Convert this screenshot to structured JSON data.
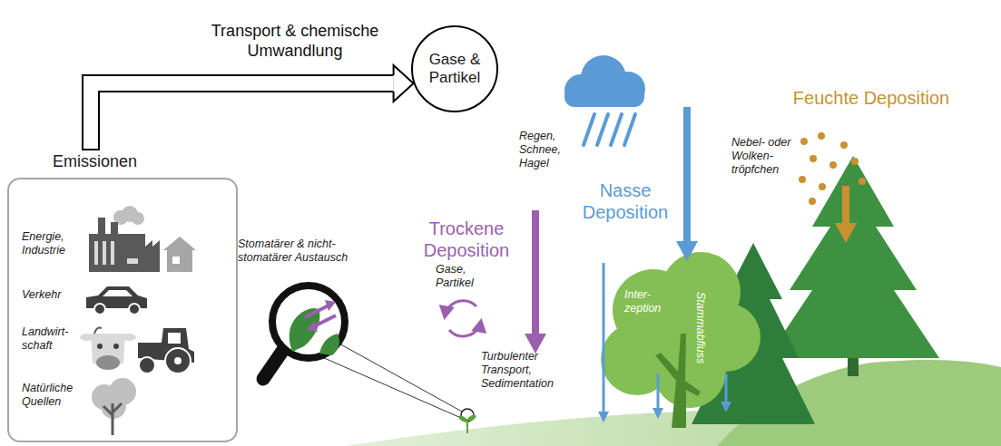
{
  "diagram": {
    "nodes": [
      {
        "text": [
          "Emissionen",
          "Energie, Industrie",
          "Verkehr",
          "Landwirt- schaft",
          "Natürliche Quellen"
        ]
      },
      {
        "text": [
          "Gase & Partikel"
        ]
      }
    ],
    "edges": [
      {
        "from": 0,
        "to": 1,
        "arrow": "to",
        "label": "Transport & chemische Umwandlung"
      }
    ],
    "labels": [
      "Regen, Schnee, Hagel",
      "Nasse Deposition",
      "Feuchte Deposition",
      "Nebel- oder Wolken- tröpfchen",
      "Trockene Deposition",
      "Gase, Partikel",
      "Stomatärer & nicht-stomatärer Austausch",
      "Turbulenter Transport, Sedimentation",
      "Inter- zeption",
      "Stammabfluss"
    ]
  }
}
